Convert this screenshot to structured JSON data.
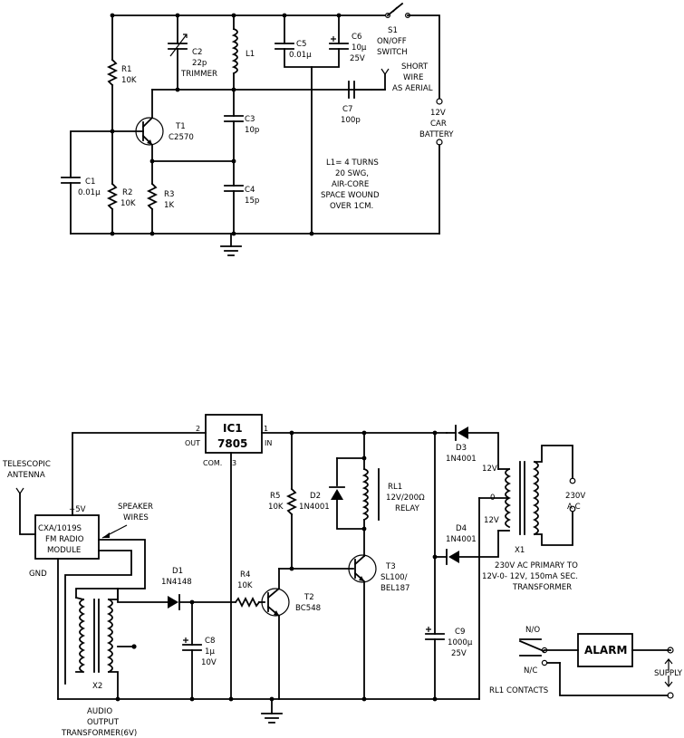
{
  "tx": {
    "r1": {
      "name": "R1",
      "value": "10K"
    },
    "c2": {
      "name": "C2",
      "value": "22p",
      "extra": "TRIMMER"
    },
    "l1": {
      "name": "L1"
    },
    "c5": {
      "name": "C5",
      "value": "0.01µ"
    },
    "c6": {
      "name": "C6",
      "value": "10µ",
      "voltage": "25V"
    },
    "s1": {
      "name": "S1",
      "line1": "ON/OFF",
      "line2": "SWITCH"
    },
    "aerial": {
      "line1": "SHORT",
      "line2": "WIRE",
      "line3": "AS AERIAL"
    },
    "c7": {
      "name": "C7",
      "value": "100p"
    },
    "battery": {
      "line1": "12V",
      "line2": "CAR",
      "line3": "BATTERY"
    },
    "t1": {
      "name": "T1",
      "value": "C2570"
    },
    "c3": {
      "name": "C3",
      "value": "10p"
    },
    "c1": {
      "name": "C1",
      "value": "0.01µ"
    },
    "r2": {
      "name": "R2",
      "value": "10K"
    },
    "r3": {
      "name": "R3",
      "value": "1K"
    },
    "c4": {
      "name": "C4",
      "value": "15p"
    },
    "note": {
      "line1": "L1= 4 TURNS",
      "line2": "20 SWG,",
      "line3": "AIR-CORE",
      "line4": "SPACE WOUND",
      "line5": "OVER 1CM."
    }
  },
  "rx": {
    "ic1": {
      "name": "IC1",
      "value": "7805",
      "pin_out": "OUT",
      "pin_in": "IN",
      "pin_com": "COM.",
      "pin2": "2",
      "pin1": "1",
      "pin3": "3"
    },
    "antenna": {
      "line1": "TELESCOPIC",
      "line2": "ANTENNA"
    },
    "plus5": "+5V",
    "module": {
      "line1": "CXA/1019S",
      "line2": "FM RADIO",
      "line3": "MODULE"
    },
    "gnd": "GND",
    "speaker": {
      "line1": "SPEAKER",
      "line2": "WIRES"
    },
    "d1": {
      "name": "D1",
      "value": "1N4148"
    },
    "r4": {
      "name": "R4",
      "value": "10K"
    },
    "c8": {
      "name": "C8",
      "value": "1µ",
      "voltage": "10V"
    },
    "x2": {
      "name": "X2"
    },
    "transformer": {
      "line1": "AUDIO",
      "line2": "OUTPUT",
      "line3": "TRANSFORMER(6V)"
    },
    "t2": {
      "name": "T2",
      "value": "BC548"
    },
    "r5": {
      "name": "R5",
      "value": "10K"
    },
    "d2": {
      "name": "D2",
      "value": "1N4001"
    },
    "rl1": {
      "name": "RL1",
      "value": "12V/200Ω",
      "extra": "RELAY"
    },
    "t3": {
      "name": "T3",
      "value": "SL100/",
      "value2": "BEL187"
    },
    "c9": {
      "name": "C9",
      "value": "1000µ",
      "voltage": "25V"
    },
    "d3": {
      "name": "D3",
      "value": "1N4001"
    },
    "d4": {
      "name": "D4",
      "value": "1N4001"
    },
    "x1": {
      "name": "X1",
      "sec_top": "12V",
      "sec_mid": "0",
      "sec_bot": "12V",
      "primary1": "230V",
      "primary2": "A C",
      "desc1": "230V AC PRIMARY TO",
      "desc2": "12V-0- 12V, 150mA SEC.",
      "desc3": "TRANSFORMER"
    },
    "alarm": "ALARM",
    "no": "N/O",
    "nc": "N/C",
    "contacts": "RL1 CONTACTS",
    "supply": "SUPPLY"
  }
}
